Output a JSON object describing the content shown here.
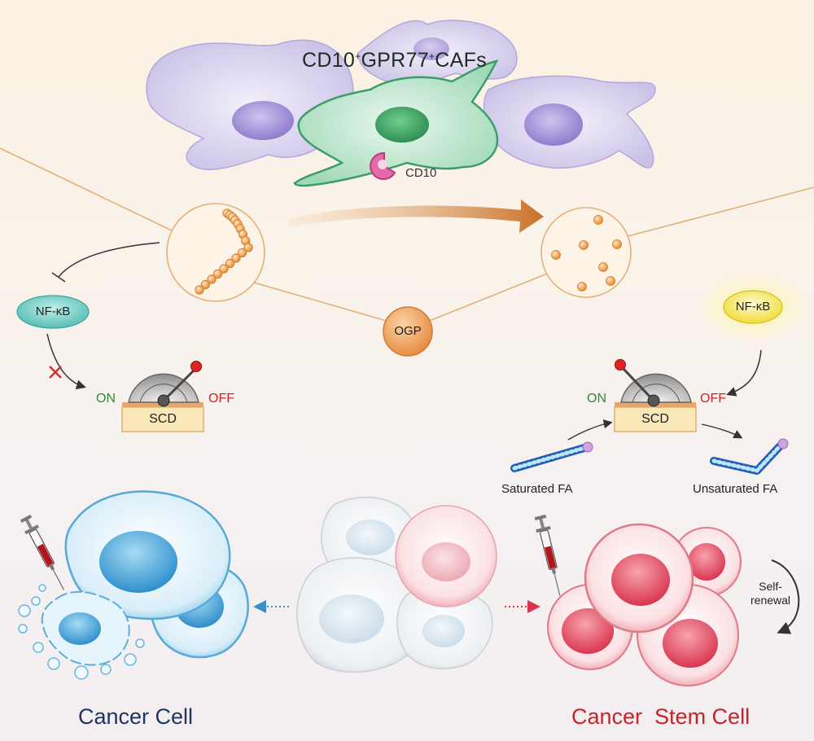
{
  "header": {
    "caf_title_base": "CD10",
    "caf_title_sup1": "+",
    "caf_title_mid": "GPR77",
    "caf_title_sup2": "+",
    "caf_title_end": "CAFs",
    "cd10_label": "CD10"
  },
  "center": {
    "ogp_label": "OGP"
  },
  "left_pathway": {
    "nfkb_label": "NF-κB",
    "switch_on": "ON",
    "switch_off": "OFF",
    "enzyme_label": "SCD"
  },
  "right_pathway": {
    "nfkb_label": "NF-κB",
    "switch_on": "ON",
    "switch_off": "OFF",
    "enzyme_label": "SCD",
    "saturated_fa_label": "Saturated FA",
    "unsaturated_fa_label": "Unsaturated FA"
  },
  "bottom": {
    "self_renewal_label": "Self-\nrenewal",
    "cancer_cell_label": "Cancer Cell",
    "cancer_stem_cell_label": "Cancer  Stem Cell"
  },
  "colors": {
    "caf_green": "#5fbf8a",
    "fibroblast_purple": "#c9c1e6",
    "nucleus_purple": "#a897d8",
    "nfkb_teal": "#5fc8c0",
    "nfkb_yellow": "#f3e24a",
    "ogp_orange": "#f0a55a",
    "cancer_blue": "#4aa6d6",
    "stem_red": "#e05a6a",
    "label_navy": "#1e3560",
    "label_red": "#c6232b"
  }
}
